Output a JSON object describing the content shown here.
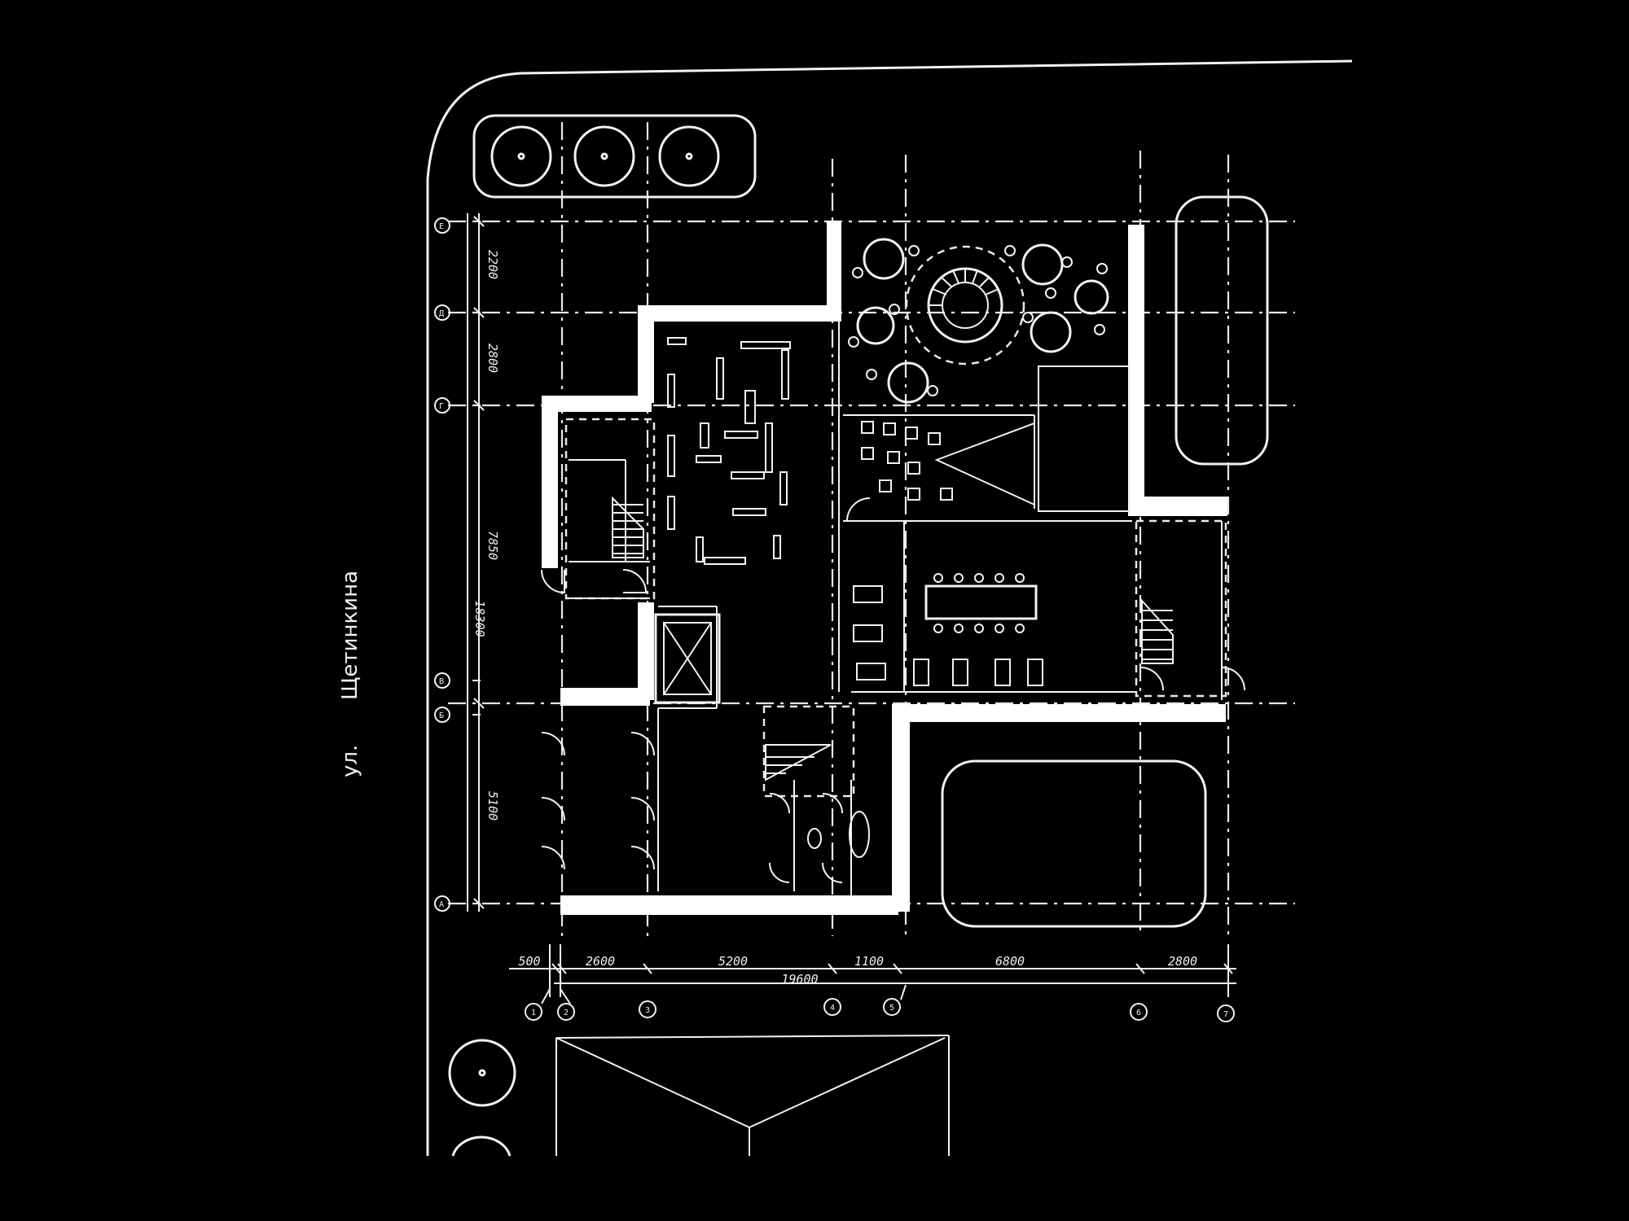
{
  "street_label": {
    "prefix": "ул.",
    "name": "Щетинкина"
  },
  "dimensions_bottom": [
    "500",
    "2600",
    "5200",
    "1100",
    "6800",
    "2800"
  ],
  "dimension_total_bottom": "19600",
  "dimensions_left": [
    "2200",
    "2800",
    "7850",
    "5100"
  ],
  "dimension_total_left": "18300",
  "axes_columns": [
    "1",
    "2",
    "3",
    "4",
    "5",
    "6",
    "7"
  ],
  "axes_rows": [
    "Е",
    "Д",
    "Г",
    "В",
    "Б",
    "А"
  ],
  "colors": {
    "background": "#000000",
    "lines": "#f2f2f2",
    "walls": "#ffffff"
  }
}
